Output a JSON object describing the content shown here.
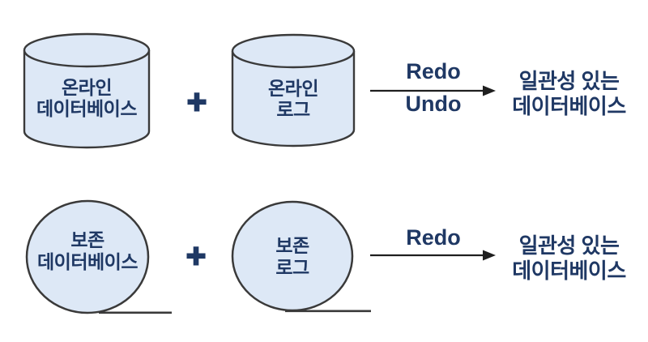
{
  "colors": {
    "background": "#ffffff",
    "shape_fill": "#dde8f6",
    "shape_stroke": "#3a3a3a",
    "text_navy": "#1f3864",
    "arrow": "#1f1f1f"
  },
  "shapes": {
    "online_database": "database-cylinder",
    "online_log": "database-cylinder",
    "archive_database": "tape-reel",
    "archive_log": "tape-reel"
  },
  "top_row": {
    "source_db": {
      "line1": "온라인",
      "line2": "데이터베이스"
    },
    "plus": "+",
    "source_log": {
      "line1": "온라인",
      "line2": "로그"
    },
    "arrow_label_top": "Redo",
    "arrow_label_bottom": "Undo",
    "result": {
      "line1": "일관성 있는",
      "line2": "데이터베이스"
    }
  },
  "bottom_row": {
    "source_db": {
      "line1": "보존",
      "line2": "데이터베이스"
    },
    "plus": "+",
    "source_log": {
      "line1": "보존",
      "line2": "로그"
    },
    "arrow_label_top": "Redo",
    "result": {
      "line1": "일관성 있는",
      "line2": "데이터베이스"
    }
  }
}
